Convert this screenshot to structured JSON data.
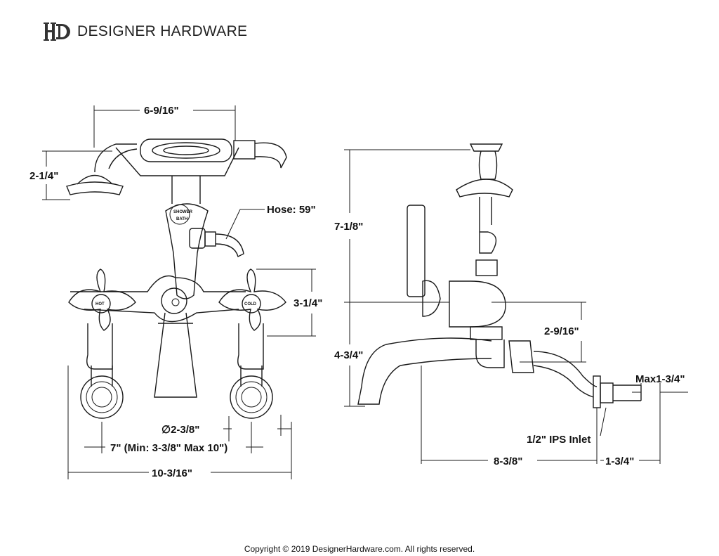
{
  "brand": {
    "logo_letters": "HD",
    "name": "DESIGNER HARDWARE"
  },
  "front_view": {
    "handset_width": "6-9/16\"",
    "handset_height": "2-1/4\"",
    "hose": "Hose: 59\"",
    "height": "3-1/4\"",
    "escutcheon": "∅2-3/8\"",
    "centers": "7\" (Min: 3-3/8\" Max 10\")",
    "overall_width": "10-3/16\"",
    "labels": {
      "hot": "HOT",
      "cold": "COLD",
      "shower": "SHOWER",
      "bath": "BATH"
    }
  },
  "side_view": {
    "total_height": "7-1/8\"",
    "lower_height": "4-3/4\"",
    "spout_drop": "2-9/16\"",
    "max_wall": "Max1-3/4\"",
    "inlet": "1/2\" IPS Inlet",
    "projection": "8-3/8\"",
    "inlet_length": "1-3/4\""
  },
  "footer": {
    "copyright": "Copyright © 2019 DesignerHardware.com. All rights reserved."
  }
}
